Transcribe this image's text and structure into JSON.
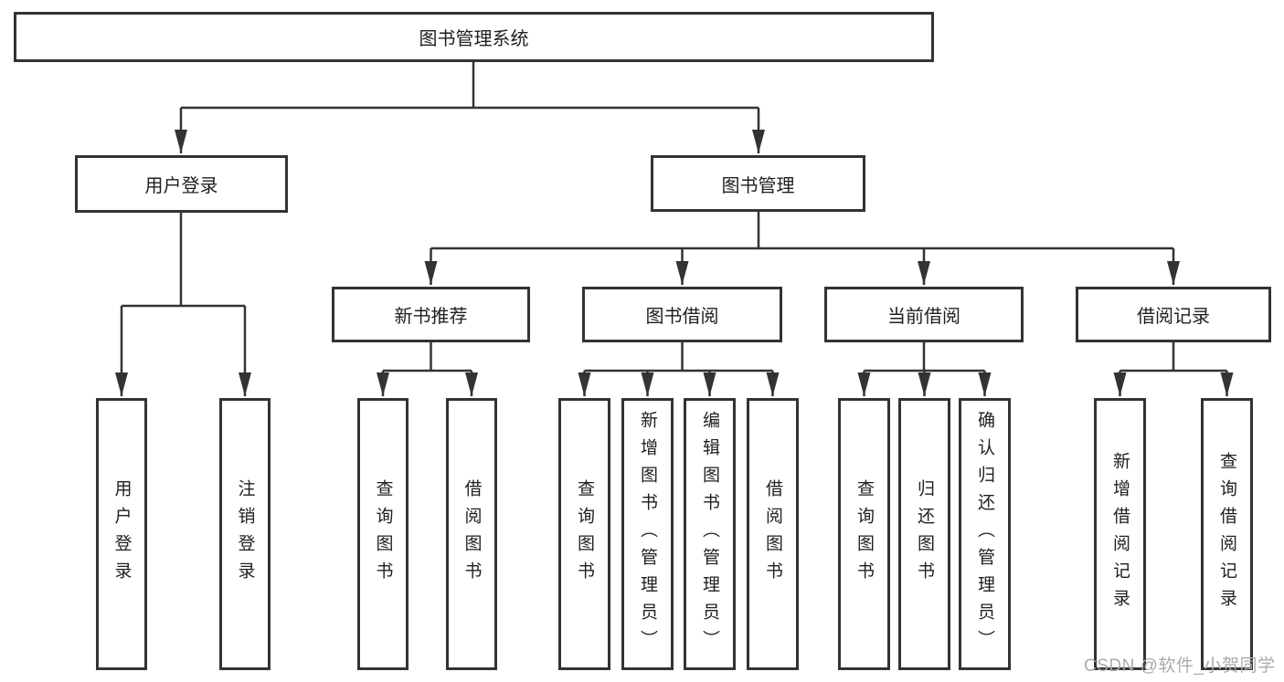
{
  "tree": {
    "root": "图书管理系统",
    "branches": [
      {
        "label": "用户登录",
        "leaves": [
          "用户登录",
          "注销登录"
        ]
      },
      {
        "label": "图书管理",
        "groups": [
          {
            "label": "新书推荐",
            "leaves": [
              "查询图书",
              "借阅图书"
            ]
          },
          {
            "label": "图书借阅",
            "leaves": [
              "查询图书",
              "新增图书（管理员）",
              "编辑图书（管理员）",
              "借阅图书"
            ]
          },
          {
            "label": "当前借阅",
            "leaves": [
              "查询图书",
              "归还图书",
              "确认归还（管理员）"
            ]
          },
          {
            "label": "借阅记录",
            "leaves": [
              "新增借阅记录",
              "查询借阅记录"
            ]
          }
        ]
      }
    ]
  },
  "watermark": {
    "text": "CSDN @软件_小贺同学"
  },
  "colors": {
    "line": "#333333",
    "text": "#1f1f1f",
    "watermark": "#ababab",
    "background": "#ffffff"
  }
}
